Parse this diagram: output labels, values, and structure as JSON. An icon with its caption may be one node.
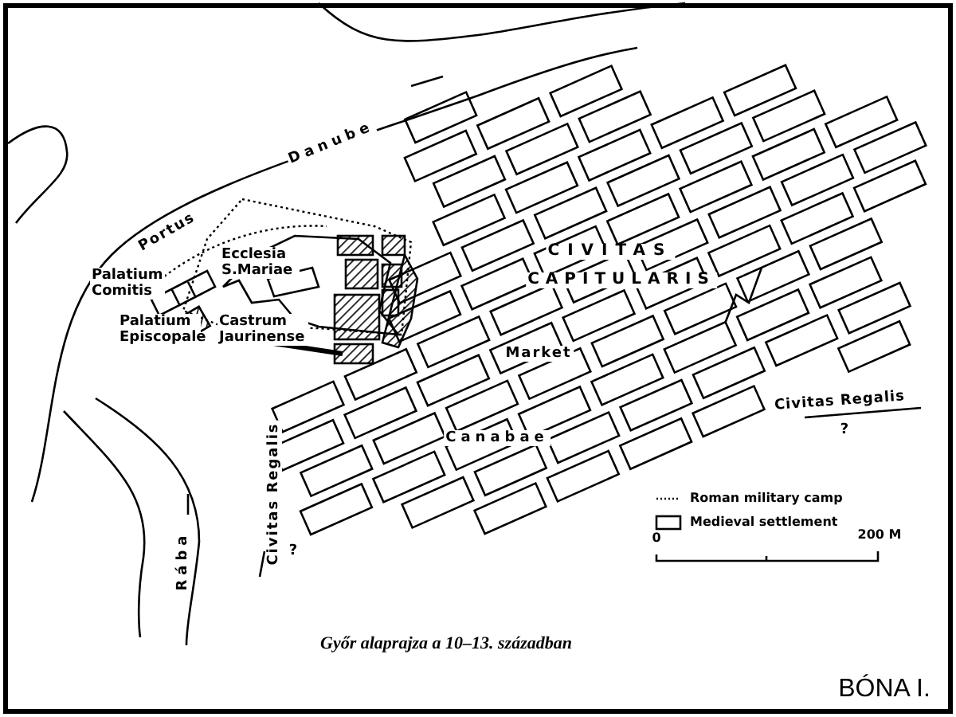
{
  "diagram": {
    "caption": "Győr alaprajza a 10–13. században",
    "labels": [
      "Danube",
      "Portus",
      "Ecclesia S.Mariae",
      "Palatium Comitis",
      "CIVITAS",
      "CAPITULARIS",
      "Castrum Jaurinense",
      "Palatium Episcopale",
      "Market",
      "Civitas Regalis",
      "?",
      "Canabae",
      "Rába",
      "Civitas Regalis",
      "?",
      "0",
      "200 M",
      "BÓNA I."
    ],
    "legend": [
      {
        "text": "Roman military camp"
      },
      {
        "text": "Medieval settlement"
      }
    ]
  }
}
